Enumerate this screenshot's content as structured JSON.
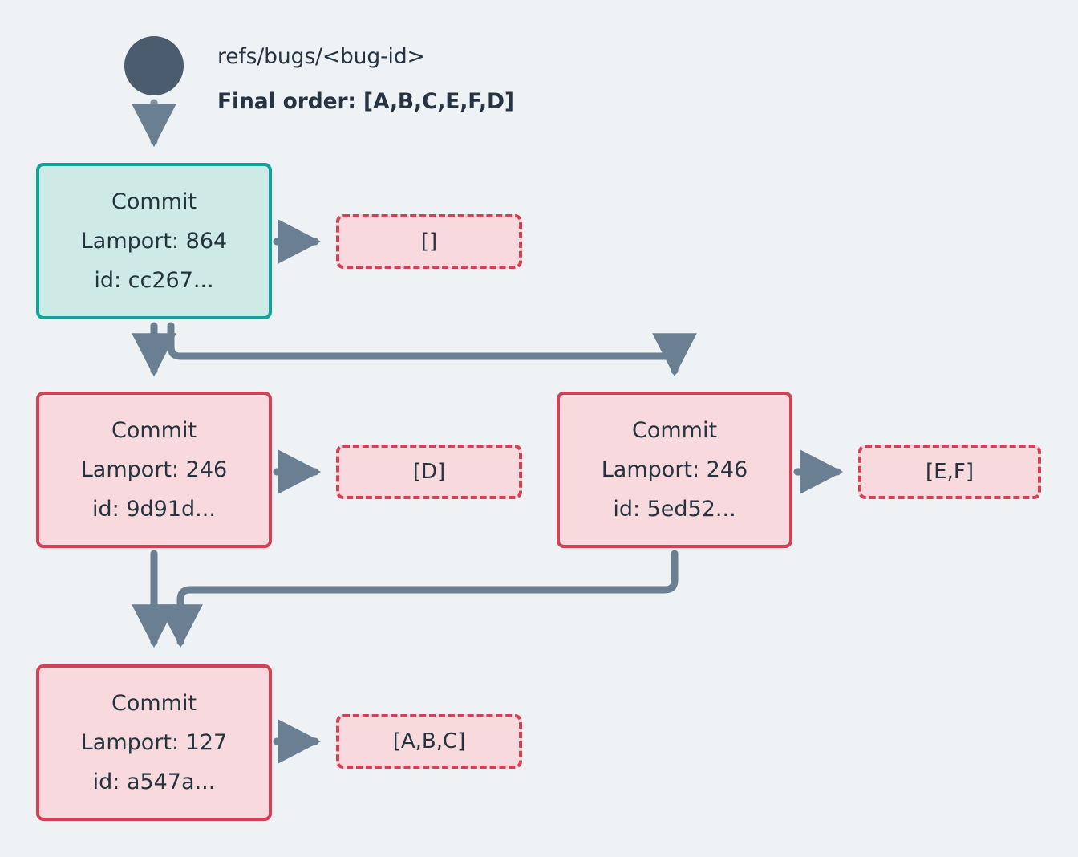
{
  "diagram": {
    "title_ref": "refs/bugs/<bug-id>",
    "final_order": "Final order: [A,B,C,E,F,D]",
    "colors": {
      "background": "#eff2f5",
      "root_fill": "#4a5c6e",
      "edge": "#6b7f92",
      "head_border": "#10a39a",
      "head_fill": "#cdeae6",
      "commit_border": "#d24257",
      "commit_fill": "#f8dade",
      "text": "#25333f"
    },
    "root": {
      "name": "root-ref-node",
      "shape": "circle"
    },
    "commits": [
      {
        "id": "head",
        "title": "Commit",
        "lamport": "Lamport: 864",
        "hash": "id: cc267...",
        "style": "head"
      },
      {
        "id": "d",
        "title": "Commit",
        "lamport": "Lamport: 246",
        "hash": "id: 9d91d...",
        "style": "normal"
      },
      {
        "id": "ef",
        "title": "Commit",
        "lamport": "Lamport: 246",
        "hash": "id: 5ed52...",
        "style": "normal"
      },
      {
        "id": "abc",
        "title": "Commit",
        "lamport": "Lamport: 127",
        "hash": "id: a547a...",
        "style": "normal"
      }
    ],
    "operations": [
      {
        "id": "op-empty",
        "label": "[]"
      },
      {
        "id": "op-d",
        "label": "[D]"
      },
      {
        "id": "op-ef",
        "label": "[E,F]"
      },
      {
        "id": "op-abc",
        "label": "[A,B,C]"
      }
    ],
    "edges": [
      {
        "from": "root",
        "to": "head"
      },
      {
        "from": "head",
        "to": "d"
      },
      {
        "from": "head",
        "to": "ef"
      },
      {
        "from": "d",
        "to": "abc"
      },
      {
        "from": "ef",
        "to": "abc"
      },
      {
        "from": "head",
        "to": "op-empty"
      },
      {
        "from": "d",
        "to": "op-d"
      },
      {
        "from": "ef",
        "to": "op-ef"
      },
      {
        "from": "abc",
        "to": "op-abc"
      }
    ]
  }
}
